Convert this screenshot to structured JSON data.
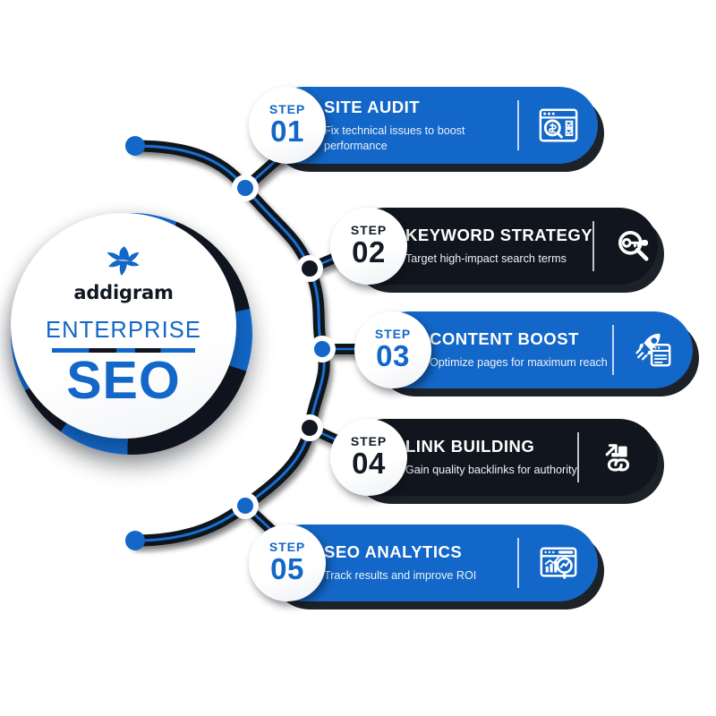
{
  "hub": {
    "brand": "addigram",
    "logo_icon": "addigram-bird-logo-icon",
    "line1": "ENTERPRISE",
    "line2": "SEO"
  },
  "colors": {
    "blue": "#1267c8",
    "dark": "#11161e",
    "white": "#ffffff"
  },
  "steps": [
    {
      "step_label": "STEP",
      "number": "01",
      "title": "SITE AUDIT",
      "subtitle": "Fix technical issues to boost performance",
      "theme": "blue",
      "icon": "site-audit-browser-magnifier-icon"
    },
    {
      "step_label": "STEP",
      "number": "02",
      "title": "KEYWORD STRATEGY",
      "subtitle": "Target high-impact search terms",
      "theme": "dark",
      "icon": "keyword-key-magnifier-icon"
    },
    {
      "step_label": "STEP",
      "number": "03",
      "title": "CONTENT BOOST",
      "subtitle": "Optimize pages for maximum reach",
      "theme": "blue",
      "icon": "content-rocket-document-icon"
    },
    {
      "step_label": "STEP",
      "number": "04",
      "title": "LINK BUILDING",
      "subtitle": "Gain quality backlinks for authority",
      "theme": "dark",
      "icon": "link-chain-growth-icon"
    },
    {
      "step_label": "STEP",
      "number": "05",
      "title": "SEO ANALYTICS",
      "subtitle": "Track results and improve ROI",
      "theme": "blue",
      "icon": "analytics-dashboard-magnifier-icon"
    }
  ]
}
